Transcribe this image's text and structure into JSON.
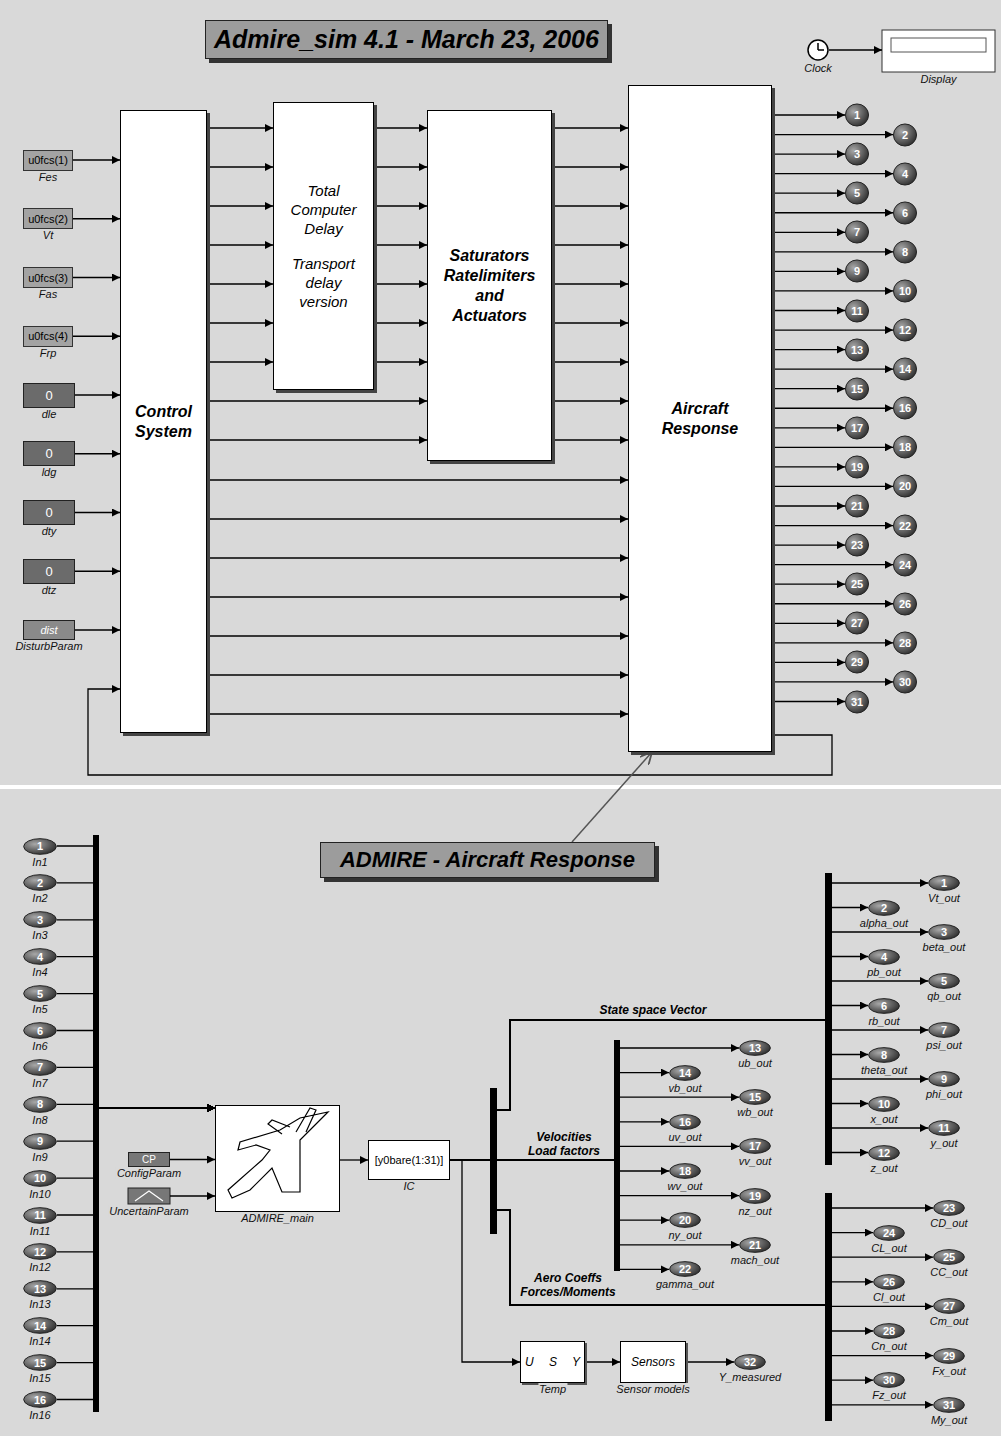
{
  "diagram": {
    "title": "Admire_sim 4.1 - March 23, 2006",
    "nodes": [
      {
        "text": [
          "u0fcs(1)",
          "Fes"
        ]
      },
      {
        "text": [
          "u0fcs(2)",
          "Vt"
        ]
      },
      {
        "text": [
          "u0fcs(3)",
          "Fas"
        ]
      },
      {
        "text": [
          "u0fcs(4)",
          "Frp"
        ]
      },
      {
        "text": [
          "0",
          "dle"
        ]
      },
      {
        "text": [
          "0",
          "ldg"
        ]
      },
      {
        "text": [
          "0",
          "dty"
        ]
      },
      {
        "text": [
          "0",
          "dtz"
        ]
      },
      {
        "text": [
          "dist",
          "DisturbParam"
        ]
      },
      {
        "text": [
          "Control System"
        ]
      },
      {
        "text": [
          "Total Computer Delay",
          "Transport delay version"
        ]
      },
      {
        "text": [
          "Saturators Ratelimiters and Actuators"
        ]
      },
      {
        "text": [
          "Aircraft Response"
        ]
      },
      {
        "text": [
          "Clock"
        ]
      },
      {
        "text": [
          "Display"
        ]
      },
      {
        "text": [
          "1"
        ]
      },
      {
        "text": [
          "2"
        ]
      },
      {
        "text": [
          "3"
        ]
      },
      {
        "text": [
          "4"
        ]
      },
      {
        "text": [
          "5"
        ]
      },
      {
        "text": [
          "6"
        ]
      },
      {
        "text": [
          "7"
        ]
      },
      {
        "text": [
          "8"
        ]
      },
      {
        "text": [
          "9"
        ]
      },
      {
        "text": [
          "10"
        ]
      },
      {
        "text": [
          "11"
        ]
      },
      {
        "text": [
          "12"
        ]
      },
      {
        "text": [
          "13"
        ]
      },
      {
        "text": [
          "14"
        ]
      },
      {
        "text": [
          "15"
        ]
      },
      {
        "text": [
          "16"
        ]
      },
      {
        "text": [
          "17"
        ]
      },
      {
        "text": [
          "18"
        ]
      },
      {
        "text": [
          "19"
        ]
      },
      {
        "text": [
          "20"
        ]
      },
      {
        "text": [
          "21"
        ]
      },
      {
        "text": [
          "22"
        ]
      },
      {
        "text": [
          "23"
        ]
      },
      {
        "text": [
          "24"
        ]
      },
      {
        "text": [
          "25"
        ]
      },
      {
        "text": [
          "26"
        ]
      },
      {
        "text": [
          "27"
        ]
      },
      {
        "text": [
          "28"
        ]
      },
      {
        "text": [
          "29"
        ]
      },
      {
        "text": [
          "30"
        ]
      },
      {
        "text": [
          "31"
        ]
      },
      {
        "text": [
          "ADMIRE - Aircraft Response"
        ]
      },
      {
        "text": [
          "1",
          "In1"
        ]
      },
      {
        "text": [
          "2",
          "In2"
        ]
      },
      {
        "text": [
          "3",
          "In3"
        ]
      },
      {
        "text": [
          "4",
          "In4"
        ]
      },
      {
        "text": [
          "5",
          "In5"
        ]
      },
      {
        "text": [
          "6",
          "In6"
        ]
      },
      {
        "text": [
          "7",
          "In7"
        ]
      },
      {
        "text": [
          "8",
          "In8"
        ]
      },
      {
        "text": [
          "9",
          "In9"
        ]
      },
      {
        "text": [
          "10",
          "In10"
        ]
      },
      {
        "text": [
          "11",
          "In11"
        ]
      },
      {
        "text": [
          "12",
          "In12"
        ]
      },
      {
        "text": [
          "13",
          "In13"
        ]
      },
      {
        "text": [
          "14",
          "In14"
        ]
      },
      {
        "text": [
          "15",
          "In15"
        ]
      },
      {
        "text": [
          "16",
          "In16"
        ]
      },
      {
        "text": [
          "CP",
          "ConfigParam"
        ]
      },
      {
        "text": [
          "UncertainParam"
        ]
      },
      {
        "text": [
          "ADMIRE_main"
        ]
      },
      {
        "text": [
          "[y0bare(1:31)]",
          "IC"
        ]
      },
      {
        "text": [
          "1",
          "Vt_out"
        ]
      },
      {
        "text": [
          "2",
          "alpha_out"
        ]
      },
      {
        "text": [
          "3",
          "beta_out"
        ]
      },
      {
        "text": [
          "4",
          "pb_out"
        ]
      },
      {
        "text": [
          "5",
          "qb_out"
        ]
      },
      {
        "text": [
          "6",
          "rb_out"
        ]
      },
      {
        "text": [
          "7",
          "psi_out"
        ]
      },
      {
        "text": [
          "8",
          "theta_out"
        ]
      },
      {
        "text": [
          "9",
          "phi_out"
        ]
      },
      {
        "text": [
          "10",
          "x_out"
        ]
      },
      {
        "text": [
          "11",
          "y_out"
        ]
      },
      {
        "text": [
          "12",
          "z_out"
        ]
      },
      {
        "text": [
          "13",
          "ub_out"
        ]
      },
      {
        "text": [
          "14",
          "vb_out"
        ]
      },
      {
        "text": [
          "15",
          "wb_out"
        ]
      },
      {
        "text": [
          "16",
          "uv_out"
        ]
      },
      {
        "text": [
          "17",
          "vv_out"
        ]
      },
      {
        "text": [
          "18",
          "wv_out"
        ]
      },
      {
        "text": [
          "19",
          "nz_out"
        ]
      },
      {
        "text": [
          "20",
          "ny_out"
        ]
      },
      {
        "text": [
          "21",
          "mach_out"
        ]
      },
      {
        "text": [
          "22",
          "gamma_out"
        ]
      },
      {
        "text": [
          "23",
          "CD_out"
        ]
      },
      {
        "text": [
          "24",
          "CL_out"
        ]
      },
      {
        "text": [
          "25",
          "CC_out"
        ]
      },
      {
        "text": [
          "26",
          "Cl_out"
        ]
      },
      {
        "text": [
          "27",
          "Cm_out"
        ]
      },
      {
        "text": [
          "28",
          "Cn_out"
        ]
      },
      {
        "text": [
          "29",
          "Fx_out"
        ]
      },
      {
        "text": [
          "30",
          "Fz_out"
        ]
      },
      {
        "text": [
          "31",
          "My_out"
        ]
      },
      {
        "text": [
          "U S Y",
          "Temp"
        ]
      },
      {
        "text": [
          "Sensors",
          "Sensor models"
        ]
      },
      {
        "text": [
          "32",
          "Y_measured"
        ]
      }
    ],
    "edges": [
      {
        "from": 0,
        "to": 9,
        "arrow": "to"
      },
      {
        "from": 1,
        "to": 9,
        "arrow": "to"
      },
      {
        "from": 2,
        "to": 9,
        "arrow": "to"
      },
      {
        "from": 3,
        "to": 9,
        "arrow": "to"
      },
      {
        "from": 4,
        "to": 9,
        "arrow": "to"
      },
      {
        "from": 5,
        "to": 9,
        "arrow": "to"
      },
      {
        "from": 6,
        "to": 9,
        "arrow": "to"
      },
      {
        "from": 7,
        "to": 9,
        "arrow": "to"
      },
      {
        "from": 8,
        "to": 9,
        "arrow": "to"
      },
      {
        "from": 9,
        "to": 10,
        "arrow": "to"
      },
      {
        "from": 9,
        "to": 10,
        "arrow": "to"
      },
      {
        "from": 9,
        "to": 10,
        "arrow": "to"
      },
      {
        "from": 9,
        "to": 10,
        "arrow": "to"
      },
      {
        "from": 9,
        "to": 10,
        "arrow": "to"
      },
      {
        "from": 9,
        "to": 10,
        "arrow": "to"
      },
      {
        "from": 9,
        "to": 10,
        "arrow": "to"
      },
      {
        "from": 10,
        "to": 11,
        "arrow": "to"
      },
      {
        "from": 10,
        "to": 11,
        "arrow": "to"
      },
      {
        "from": 10,
        "to": 11,
        "arrow": "to"
      },
      {
        "from": 10,
        "to": 11,
        "arrow": "to"
      },
      {
        "from": 10,
        "to": 11,
        "arrow": "to"
      },
      {
        "from": 10,
        "to": 11,
        "arrow": "to"
      },
      {
        "from": 10,
        "to": 11,
        "arrow": "to"
      },
      {
        "from": 9,
        "to": 11,
        "arrow": "to"
      },
      {
        "from": 9,
        "to": 11,
        "arrow": "to"
      },
      {
        "from": 11,
        "to": 12,
        "arrow": "to"
      },
      {
        "from": 11,
        "to": 12,
        "arrow": "to"
      },
      {
        "from": 11,
        "to": 12,
        "arrow": "to"
      },
      {
        "from": 11,
        "to": 12,
        "arrow": "to"
      },
      {
        "from": 11,
        "to": 12,
        "arrow": "to"
      },
      {
        "from": 11,
        "to": 12,
        "arrow": "to"
      },
      {
        "from": 11,
        "to": 12,
        "arrow": "to"
      },
      {
        "from": 11,
        "to": 12,
        "arrow": "to"
      },
      {
        "from": 11,
        "to": 12,
        "arrow": "to"
      },
      {
        "from": 9,
        "to": 12,
        "arrow": "to"
      },
      {
        "from": 9,
        "to": 12,
        "arrow": "to"
      },
      {
        "from": 9,
        "to": 12,
        "arrow": "to"
      },
      {
        "from": 9,
        "to": 12,
        "arrow": "to"
      },
      {
        "from": 9,
        "to": 12,
        "arrow": "to"
      },
      {
        "from": 9,
        "to": 12,
        "arrow": "to"
      },
      {
        "from": 9,
        "to": 12,
        "arrow": "to"
      },
      {
        "from": 12,
        "to": 9,
        "arrow": "to"
      },
      {
        "from": 12,
        "to": 15,
        "arrow": "to"
      },
      {
        "from": 12,
        "to": 16,
        "arrow": "to"
      },
      {
        "from": 12,
        "to": 17,
        "arrow": "to"
      },
      {
        "from": 12,
        "to": 18,
        "arrow": "to"
      },
      {
        "from": 12,
        "to": 19,
        "arrow": "to"
      },
      {
        "from": 12,
        "to": 20,
        "arrow": "to"
      },
      {
        "from": 12,
        "to": 21,
        "arrow": "to"
      },
      {
        "from": 12,
        "to": 22,
        "arrow": "to"
      },
      {
        "from": 12,
        "to": 23,
        "arrow": "to"
      },
      {
        "from": 12,
        "to": 24,
        "arrow": "to"
      },
      {
        "from": 12,
        "to": 25,
        "arrow": "to"
      },
      {
        "from": 12,
        "to": 26,
        "arrow": "to"
      },
      {
        "from": 12,
        "to": 27,
        "arrow": "to"
      },
      {
        "from": 12,
        "to": 28,
        "arrow": "to"
      },
      {
        "from": 12,
        "to": 29,
        "arrow": "to"
      },
      {
        "from": 12,
        "to": 30,
        "arrow": "to"
      },
      {
        "from": 12,
        "to": 31,
        "arrow": "to"
      },
      {
        "from": 12,
        "to": 32,
        "arrow": "to"
      },
      {
        "from": 12,
        "to": 33,
        "arrow": "to"
      },
      {
        "from": 12,
        "to": 34,
        "arrow": "to"
      },
      {
        "from": 12,
        "to": 35,
        "arrow": "to"
      },
      {
        "from": 12,
        "to": 36,
        "arrow": "to"
      },
      {
        "from": 12,
        "to": 37,
        "arrow": "to"
      },
      {
        "from": 12,
        "to": 38,
        "arrow": "to"
      },
      {
        "from": 12,
        "to": 39,
        "arrow": "to"
      },
      {
        "from": 12,
        "to": 40,
        "arrow": "to"
      },
      {
        "from": 12,
        "to": 41,
        "arrow": "to"
      },
      {
        "from": 12,
        "to": 42,
        "arrow": "to"
      },
      {
        "from": 12,
        "to": 43,
        "arrow": "to"
      },
      {
        "from": 12,
        "to": 44,
        "arrow": "to"
      },
      {
        "from": 12,
        "to": 45,
        "arrow": "to"
      },
      {
        "from": 13,
        "to": 14,
        "arrow": "to"
      },
      {
        "from": 46,
        "to": 12,
        "arrow": "to"
      },
      {
        "from": 47,
        "to": 65,
        "arrow": "to"
      },
      {
        "from": 48,
        "to": 65,
        "arrow": "to"
      },
      {
        "from": 49,
        "to": 65,
        "arrow": "to"
      },
      {
        "from": 50,
        "to": 65,
        "arrow": "to"
      },
      {
        "from": 51,
        "to": 65,
        "arrow": "to"
      },
      {
        "from": 52,
        "to": 65,
        "arrow": "to"
      },
      {
        "from": 53,
        "to": 65,
        "arrow": "to"
      },
      {
        "from": 54,
        "to": 65,
        "arrow": "to"
      },
      {
        "from": 55,
        "to": 65,
        "arrow": "to"
      },
      {
        "from": 56,
        "to": 65,
        "arrow": "to"
      },
      {
        "from": 57,
        "to": 65,
        "arrow": "to"
      },
      {
        "from": 58,
        "to": 65,
        "arrow": "to"
      },
      {
        "from": 59,
        "to": 65,
        "arrow": "to"
      },
      {
        "from": 60,
        "to": 65,
        "arrow": "to"
      },
      {
        "from": 61,
        "to": 65,
        "arrow": "to"
      },
      {
        "from": 62,
        "to": 65,
        "arrow": "to"
      },
      {
        "from": 63,
        "to": 65,
        "arrow": "to"
      },
      {
        "from": 64,
        "to": 65,
        "arrow": "to"
      },
      {
        "from": 65,
        "to": 66,
        "arrow": "to"
      },
      {
        "from": 66,
        "to": 67,
        "arrow": "to"
      },
      {
        "from": 66,
        "to": 68,
        "arrow": "to"
      },
      {
        "from": 66,
        "to": 69,
        "arrow": "to"
      },
      {
        "from": 66,
        "to": 70,
        "arrow": "to"
      },
      {
        "from": 66,
        "to": 71,
        "arrow": "to"
      },
      {
        "from": 66,
        "to": 72,
        "arrow": "to"
      },
      {
        "from": 66,
        "to": 73,
        "arrow": "to"
      },
      {
        "from": 66,
        "to": 74,
        "arrow": "to"
      },
      {
        "from": 66,
        "to": 75,
        "arrow": "to"
      },
      {
        "from": 66,
        "to": 76,
        "arrow": "to"
      },
      {
        "from": 66,
        "to": 77,
        "arrow": "to"
      },
      {
        "from": 66,
        "to": 78,
        "arrow": "to"
      },
      {
        "from": 66,
        "to": 79,
        "arrow": "to"
      },
      {
        "from": 66,
        "to": 80,
        "arrow": "to"
      },
      {
        "from": 66,
        "to": 81,
        "arrow": "to"
      },
      {
        "from": 66,
        "to": 82,
        "arrow": "to"
      },
      {
        "from": 66,
        "to": 83,
        "arrow": "to"
      },
      {
        "from": 66,
        "to": 84,
        "arrow": "to"
      },
      {
        "from": 66,
        "to": 85,
        "arrow": "to"
      },
      {
        "from": 66,
        "to": 86,
        "arrow": "to"
      },
      {
        "from": 66,
        "to": 87,
        "arrow": "to"
      },
      {
        "from": 66,
        "to": 88,
        "arrow": "to"
      },
      {
        "from": 66,
        "to": 89,
        "arrow": "to"
      },
      {
        "from": 66,
        "to": 90,
        "arrow": "to"
      },
      {
        "from": 66,
        "to": 91,
        "arrow": "to"
      },
      {
        "from": 66,
        "to": 92,
        "arrow": "to"
      },
      {
        "from": 66,
        "to": 93,
        "arrow": "to"
      },
      {
        "from": 66,
        "to": 94,
        "arrow": "to"
      },
      {
        "from": 66,
        "to": 95,
        "arrow": "to"
      },
      {
        "from": 66,
        "to": 96,
        "arrow": "to"
      },
      {
        "from": 66,
        "to": 97,
        "arrow": "to"
      },
      {
        "from": 66,
        "to": 98,
        "arrow": "to"
      },
      {
        "from": 98,
        "to": 99,
        "arrow": "to"
      },
      {
        "from": 99,
        "to": 100,
        "arrow": "to"
      }
    ],
    "labels": [
      "State space Vector",
      "Velocities Load factors",
      "Aero Coeffs Forces/Moments"
    ]
  }
}
